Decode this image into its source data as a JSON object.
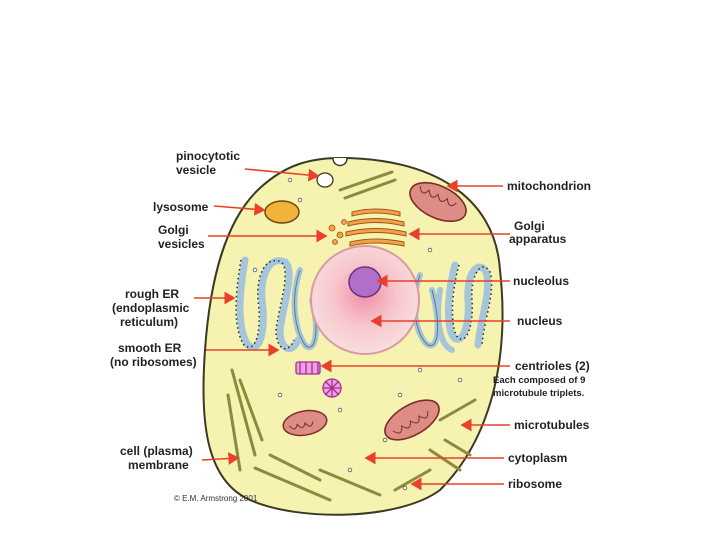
{
  "labels": {
    "pinocytotic_1": "pinocytotic",
    "pinocytotic_2": "vesicle",
    "lysosome": "lysosome",
    "golgi_vesicles_1": "Golgi",
    "golgi_vesicles_2": "vesicles",
    "rough_er_1": "rough ER",
    "rough_er_2": "(endoplasmic",
    "rough_er_3": "reticulum)",
    "smooth_er_1": "smooth ER",
    "smooth_er_2": "(no ribosomes)",
    "cell_membrane_1": "cell (plasma)",
    "cell_membrane_2": "membrane",
    "mitochondrion": "mitochondrion",
    "golgi_apparatus_1": "Golgi",
    "golgi_apparatus_2": "apparatus",
    "nucleolus": "nucleolus",
    "nucleus": "nucleus",
    "centrioles": "centrioles (2)",
    "centrioles_note_1": "Each composed of 9",
    "centrioles_note_2": "microtubule triplets.",
    "microtubules": "microtubules",
    "cytoplasm": "cytoplasm",
    "ribosome": "ribosome"
  },
  "credit": "© E.M. Armstrong 2001",
  "colors": {
    "cytoplasm": "#f6f2b0",
    "membrane": "#3a3a22",
    "nucleus": "#f7c8cd",
    "nucleolus": "#b26fc8",
    "er": "#a7c5d8",
    "golgi": "#f3a24a",
    "mitochondrion": "#de8c86",
    "lysosome": "#f2b33a",
    "arrow": "#e8402a",
    "microtubule": "#8c8a3c"
  }
}
